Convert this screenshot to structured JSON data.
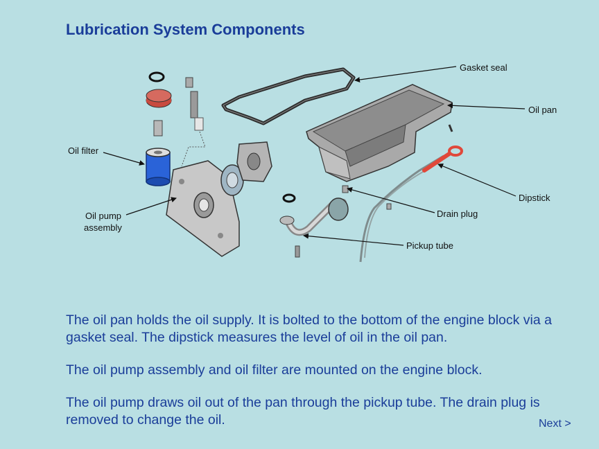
{
  "title": "Lubrication System Components",
  "labels": {
    "gasket_seal": "Gasket seal",
    "oil_pan": "Oil pan",
    "oil_filter": "Oil filter",
    "oil_pump_line1": "Oil pump",
    "oil_pump_line2": "assembly",
    "dipstick": "Dipstick",
    "drain_plug": "Drain plug",
    "pickup_tube": "Pickup tube"
  },
  "paragraphs": [
    "The oil pan holds the oil supply. It is bolted to the bottom of the engine block via a gasket seal. The dipstick measures the level of oil in the oil pan.",
    "The oil pump assembly and oil filter are mounted on the engine block.",
    "The oil pump draws oil out of the pan through the pickup tube. The drain plug is removed to change the oil."
  ],
  "next_label": "Next >",
  "colors": {
    "background": "#b9dfe3",
    "title": "#1a3d99",
    "filter": "#2a63d8",
    "pump_cap": "#c84a3f",
    "dipstick_handle": "#e0483a",
    "metal": "#b5b5b5"
  }
}
